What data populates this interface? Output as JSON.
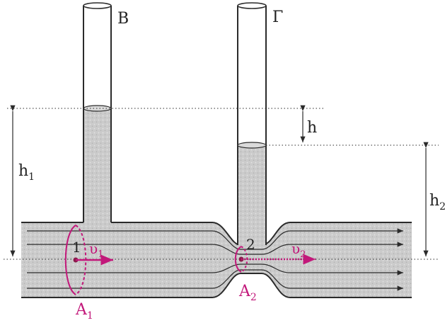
{
  "tubes": {
    "left_label": "Β",
    "right_label": "Γ"
  },
  "heights": {
    "h": "h",
    "h1": "h",
    "h1_sub": "1",
    "h2": "h",
    "h2_sub": "2"
  },
  "points": {
    "p1": "1",
    "p2": "2"
  },
  "velocities": {
    "v1": "υ",
    "v1_sub": "1",
    "v2": "υ",
    "v2_sub": "2"
  },
  "areas": {
    "A1": "A",
    "A1_sub": "1",
    "A2": "A",
    "A2_sub": "2"
  },
  "colors": {
    "liquid": "#c9c9c9",
    "outline": "#2b2b2b",
    "accent": "#c2187a"
  }
}
